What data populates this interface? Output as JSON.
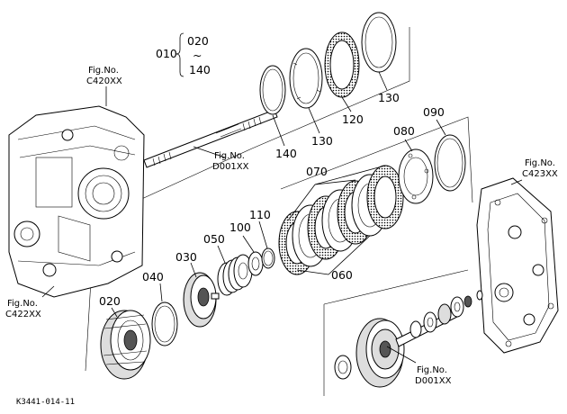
{
  "labels": {
    "p010": "010",
    "p020_top": "020",
    "tilde": "~",
    "p140_top": "140",
    "p020": "020",
    "p030": "030",
    "p040": "040",
    "p050": "050",
    "p060": "060",
    "p070": "070",
    "p080": "080",
    "p090": "090",
    "p100": "100",
    "p110": "110",
    "p120": "120",
    "p130_a": "130",
    "p130_b": "130",
    "p140": "140"
  },
  "figrefs": {
    "c420_title": "Fig.No.",
    "c420_code": "C420XX",
    "d001_shaft_title": "Fig.No.",
    "d001_shaft_code": "D001XX",
    "c423_title": "Fig.No.",
    "c423_code": "C423XX",
    "c422_title": "Fig.No.",
    "c422_code": "C422XX",
    "d001_gear_title": "Fig.No.",
    "d001_gear_code": "D001XX"
  },
  "diagram_code": "K3441-014-11"
}
